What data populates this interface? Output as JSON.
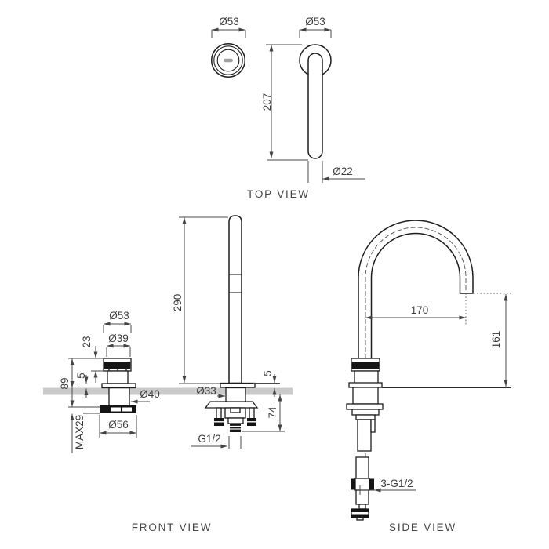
{
  "colors": {
    "outline": "#1d1d1d",
    "dimension": "#4a4a4a",
    "deck": "#cacaca",
    "knurl_fill": "#141414",
    "background": "#ffffff"
  },
  "top_view": {
    "label": "TOP VIEW",
    "handle_diameter": "Ø53",
    "spout_base_diameter": "Ø53",
    "spout_reach": "207",
    "spout_tube_diameter": "Ø22"
  },
  "front_view": {
    "label": "FRONT VIEW",
    "spout_height": "290",
    "spout_shank_diameter": "Ø33",
    "spout_flange_height": "5",
    "under_bench_height": "74",
    "inlet_thread": "G1/2",
    "handle_diameter": "Ø53",
    "handle_top_diameter": "Ø39",
    "handle_cap_height": "23",
    "handle_flange_height": "5",
    "handle_height": "89",
    "max_bench_thickness": "MAX29",
    "locknut_diameter": "Ø56",
    "handle_shank_diameter": "Ø40"
  },
  "side_view": {
    "label": "SIDE VIEW",
    "spout_reach": "170",
    "outlet_height": "161",
    "inlet_thread": "3-G1/2"
  }
}
